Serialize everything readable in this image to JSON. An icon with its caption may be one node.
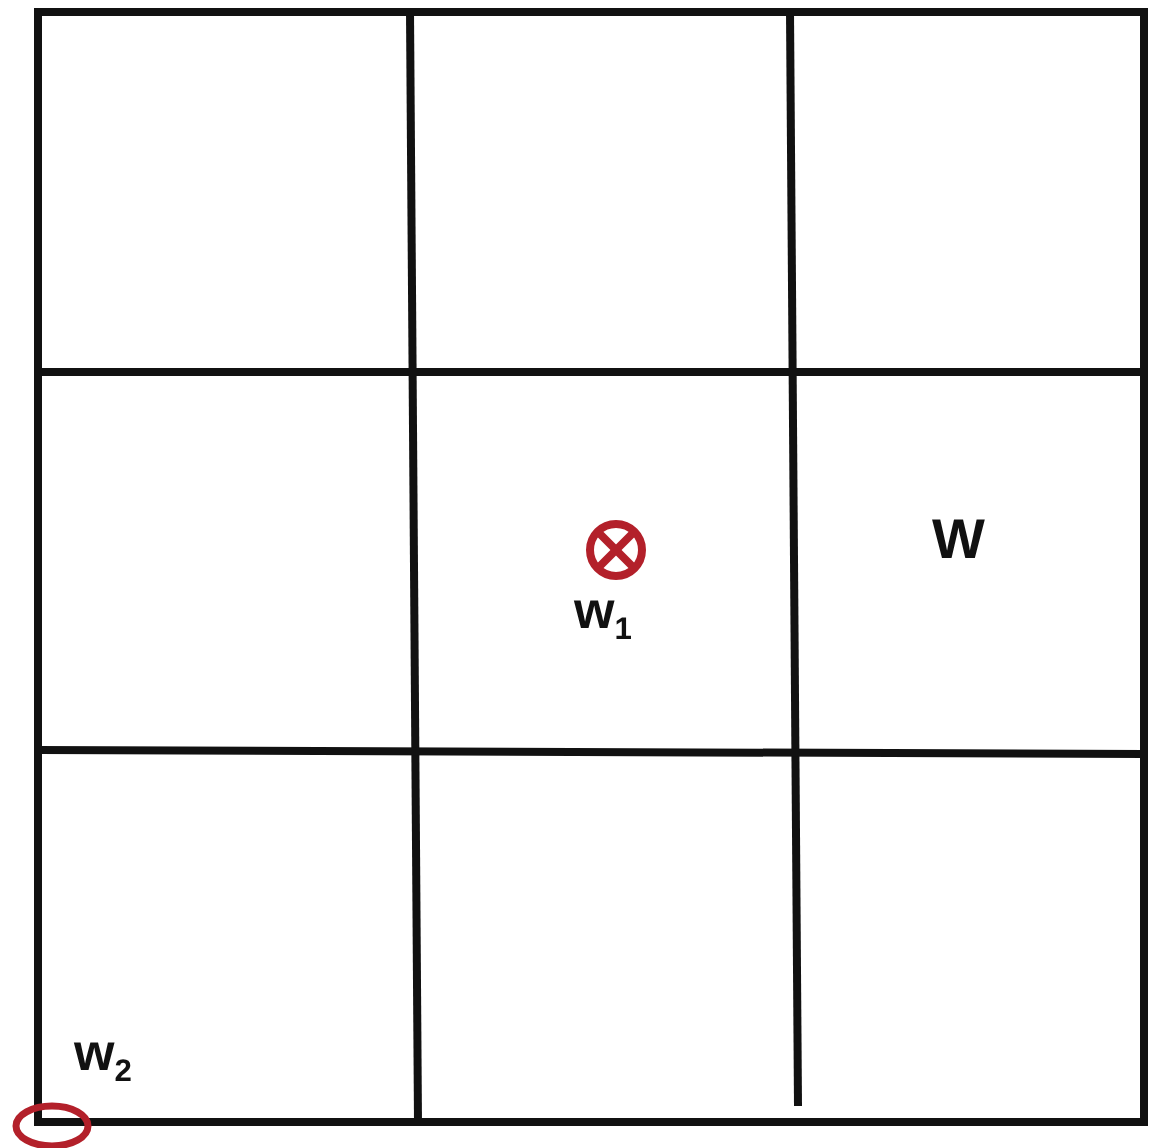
{
  "diagram": {
    "labels": [
      "w$_{1}$",
      "W",
      "w$_{2}$"
    ]
  }
}
